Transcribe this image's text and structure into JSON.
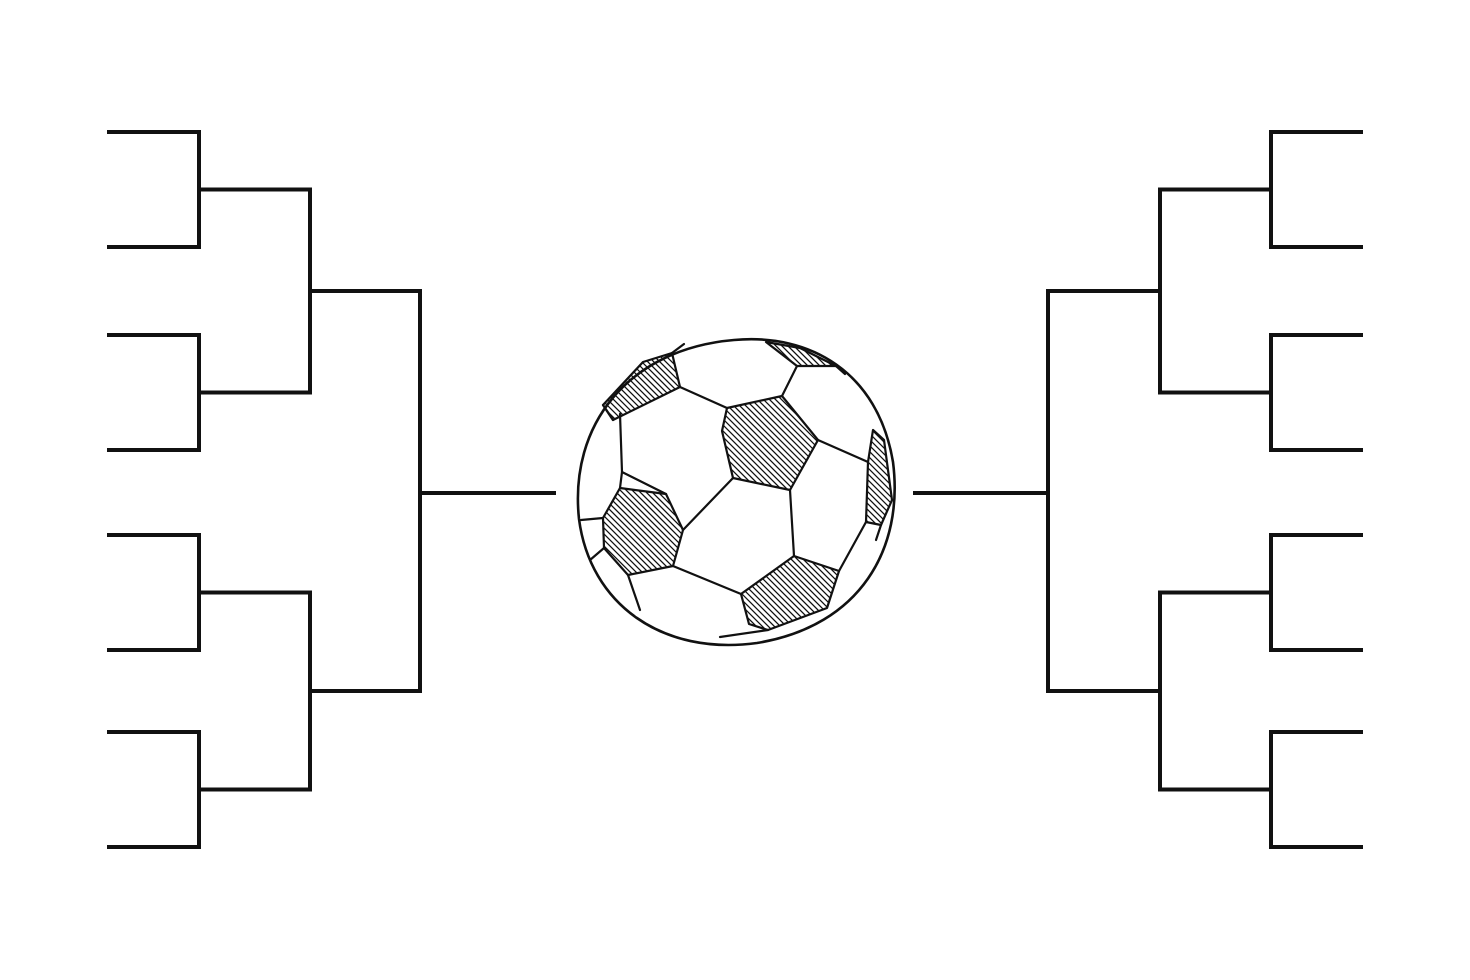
{
  "colors": {
    "background": "#ffffff",
    "line": "#111111",
    "ball_fill": "#ffffff"
  },
  "diagram": {
    "type": "tournament-bracket",
    "entries_per_side": 8,
    "rounds_per_side": 3,
    "sides": [
      "left",
      "right"
    ],
    "centerpiece_icon": "soccer-ball-icon"
  }
}
